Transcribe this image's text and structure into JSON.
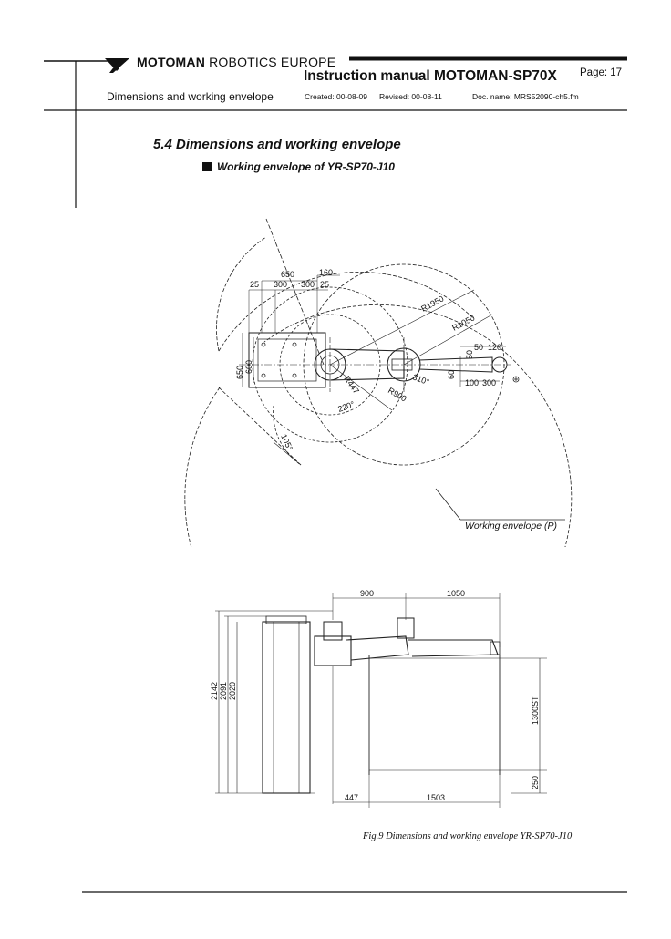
{
  "header": {
    "brand_bold": "MOTOMAN",
    "brand_rest": "ROBOTICS EUROPE",
    "manual_title": "Instruction manual MOTOMAN-SP70X",
    "page_label": "Page: 17",
    "subtitle": "Dimensions and working envelope",
    "created": "Created: 00-08-09",
    "revised": "Revised: 00-08-11",
    "doc_name": "Doc. name: MRS52090-ch5.fm"
  },
  "section": {
    "title": "5.4 Dimensions and working envelope",
    "subtitle": "Working envelope of YR-SP70-J10"
  },
  "top_view": {
    "dims": {
      "d650": "650",
      "d160": "160",
      "d25a": "25",
      "d300a": "300",
      "d300b": "300",
      "d25b": "25",
      "r1950": "R1950",
      "r1050": "R1050",
      "d50a": "50",
      "d120": "120",
      "d50b": "50",
      "d650v": "650",
      "d600v": "600",
      "d60": "60",
      "d100": "100",
      "d300c": "300",
      "r447": "R447",
      "r900": "R900",
      "a220": "220°",
      "a310": "310°",
      "a105": "105°"
    },
    "envelope_label": "Working envelope (P)"
  },
  "side_view": {
    "dims": {
      "d900": "900",
      "d1050": "1050",
      "h2142": "2142",
      "h2091": "2091",
      "h2020": "2020",
      "st1300": "1300ST",
      "h250": "250",
      "d447": "447",
      "d1503": "1503"
    }
  },
  "caption": "Fig.9 Dimensions and working envelope YR-SP70-J10"
}
